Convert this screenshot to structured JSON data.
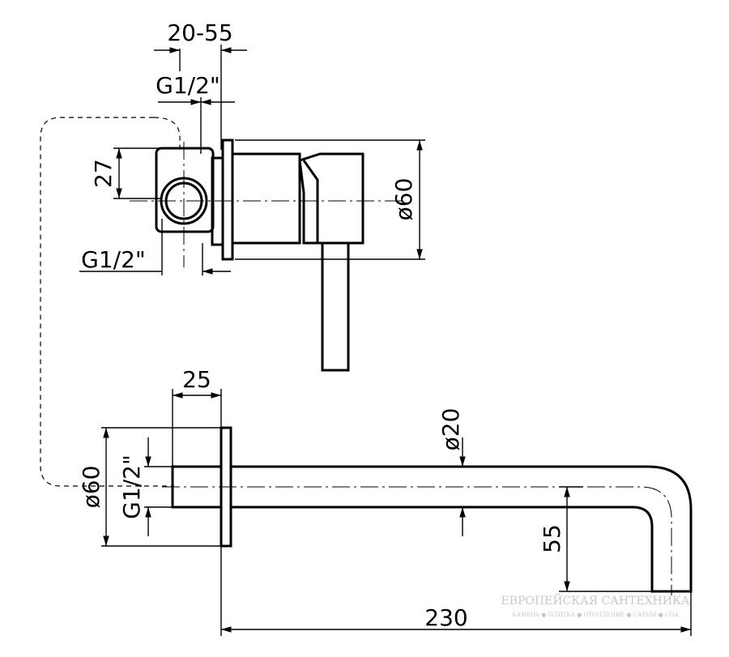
{
  "dimensions": {
    "wall_depth": "20-55",
    "thread_top": "G1/2\"",
    "height_27": "27",
    "thread_left": "G1/2\"",
    "diameter_mixer": "ø60",
    "spout_plate": "25",
    "diameter_spout": "ø20",
    "diameter_plate": "ø60",
    "thread_spout": "G1/2\"",
    "spout_drop": "55",
    "spout_length": "230"
  },
  "watermark": {
    "line1": "ЕВРОПЕЙСКАЯ САНТЕХНИКА",
    "line2": "КАМЕНЬ ● ПЛИТКА ● ОТОПЛЕНИЕ ● САУНЫ ● СПА"
  }
}
